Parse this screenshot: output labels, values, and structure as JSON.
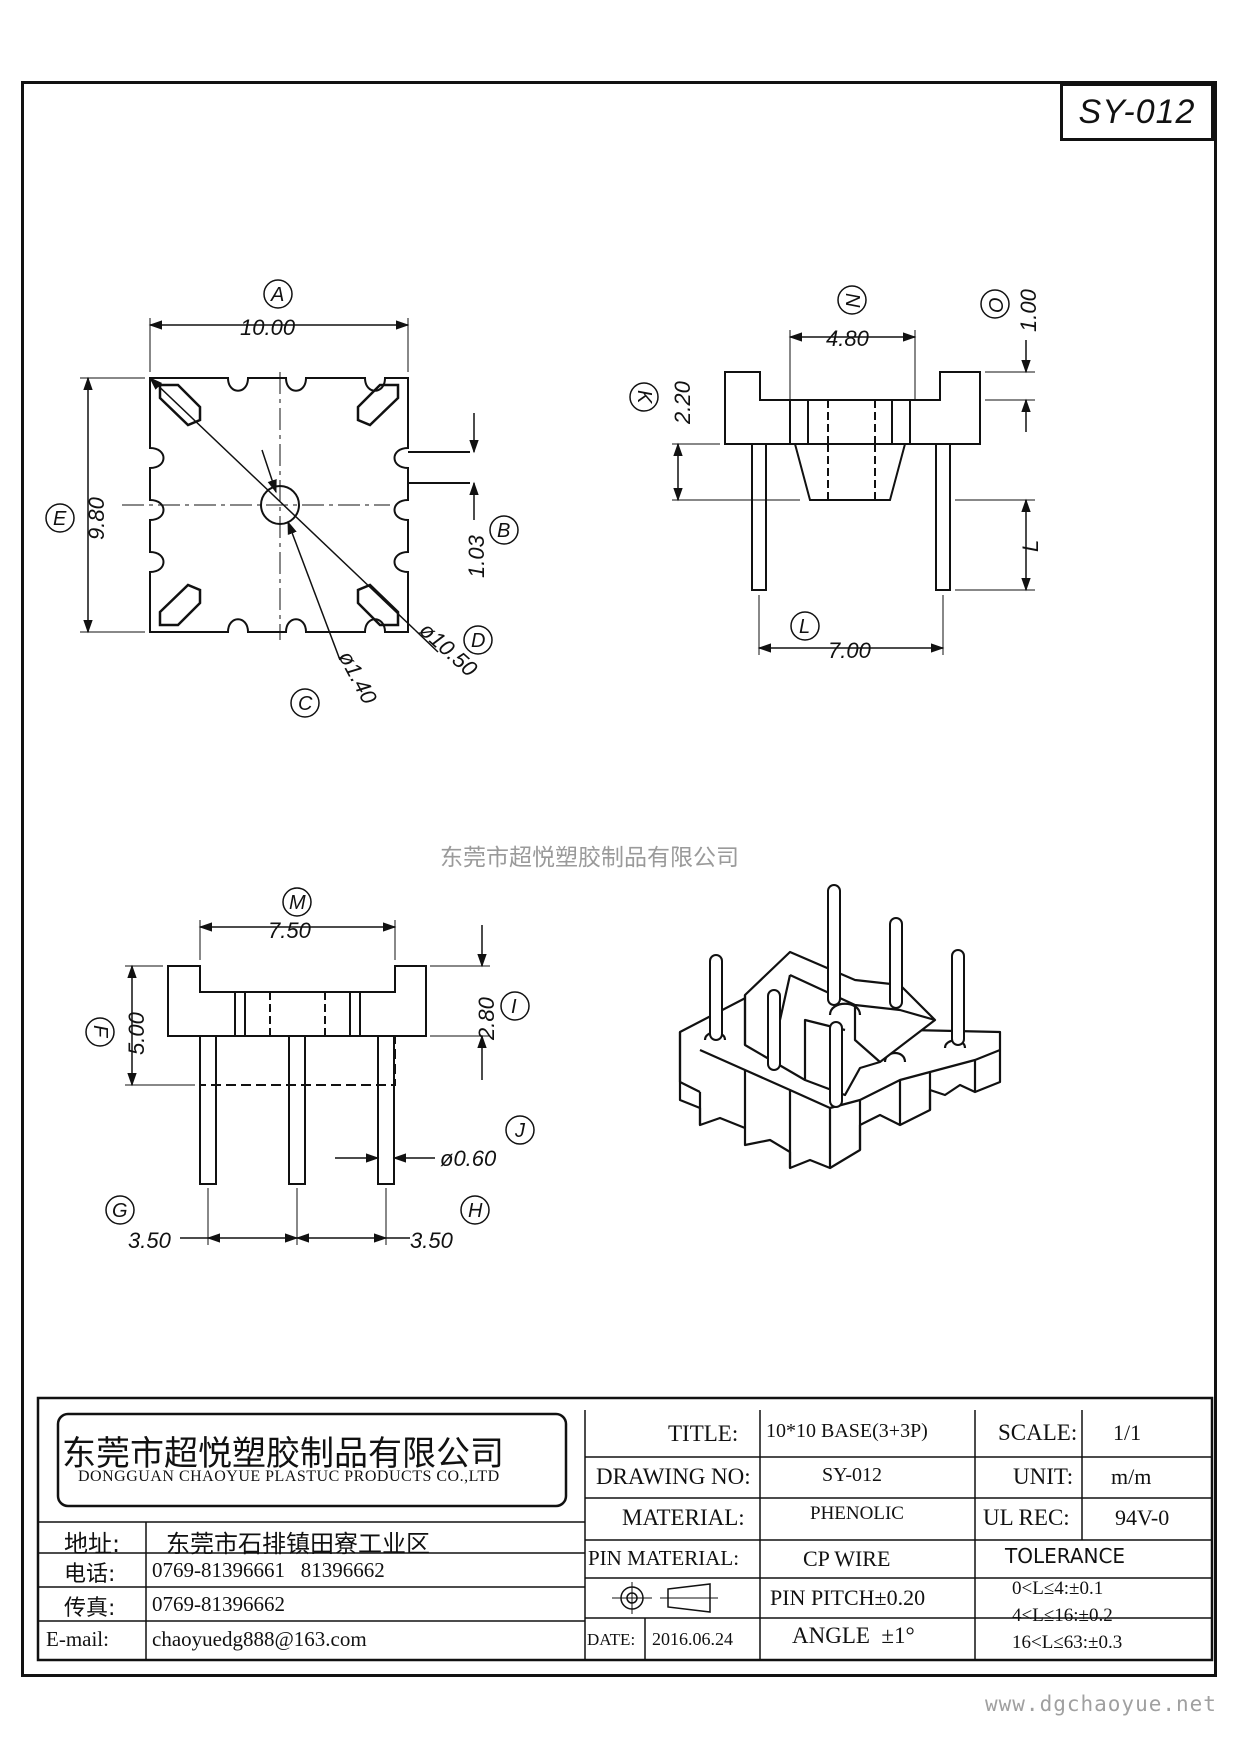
{
  "drawing_code": "SY-012",
  "watermark_company": "东莞市超悦塑胶制品有限公司",
  "watermark_url": "www.dgchaoyue.net",
  "dimensions": {
    "A": {
      "label": "A",
      "value": "10.00"
    },
    "B": {
      "label": "B",
      "value": "1.03"
    },
    "C": {
      "label": "C",
      "value": "ø1.40"
    },
    "D": {
      "label": "D",
      "value": "ø10.50"
    },
    "E": {
      "label": "E",
      "value": "9.80"
    },
    "N": {
      "label": "N",
      "value": "4.80"
    },
    "O": {
      "label": "O",
      "value": "1.00"
    },
    "K": {
      "label": "K",
      "value": "2.20"
    },
    "L_height": {
      "value": "L"
    },
    "L": {
      "label": "L",
      "value": "7.00"
    },
    "M": {
      "label": "M",
      "value": "7.50"
    },
    "F": {
      "label": "F",
      "value": "5.00"
    },
    "I": {
      "label": "I",
      "value": "2.80"
    },
    "J": {
      "label": "J",
      "value": "ø0.60"
    },
    "G": {
      "label": "G",
      "value": "3.50"
    },
    "H": {
      "label": "H",
      "value": "3.50"
    }
  },
  "title_block": {
    "company_cn": "东莞市超悦塑胶制品有限公司",
    "company_en": "DONGGUAN CHAOYUE PLASTUC PRODUCTS CO.,LTD",
    "address_label": "地址:",
    "address": "东莞市石排镇田寮工业区",
    "tel_label": "电话:",
    "tel": "0769-81396661   81396662",
    "fax_label": "传真:",
    "fax": "0769-81396662",
    "email_label": "E-mail:",
    "email": "chaoyuedg888@163.com",
    "title_label": "TITLE:",
    "title": "10*10 BASE(3+3P)",
    "drawing_no_label": "DRAWING NO:",
    "drawing_no": "SY-012",
    "material_label": "MATERIAL:",
    "material": "PHENOLIC",
    "pin_material_label": "PIN MATERIAL:",
    "pin_material": "CP WIRE",
    "pin_pitch": "PIN PITCH±0.20",
    "angle": "ANGLE  ±1°",
    "date_label": "DATE:",
    "date": "2016.06.24",
    "scale_label": "SCALE:",
    "scale": "1/1",
    "unit_label": "UNIT:",
    "unit": "m/m",
    "ul_label": "UL REC:",
    "ul": "94V-0",
    "tolerance_label": "TOLERANCE",
    "tolerance_rows": [
      "0<L≤4:±0.1",
      "4<L≤16:±0.2",
      "16<L≤63:±0.3"
    ]
  }
}
